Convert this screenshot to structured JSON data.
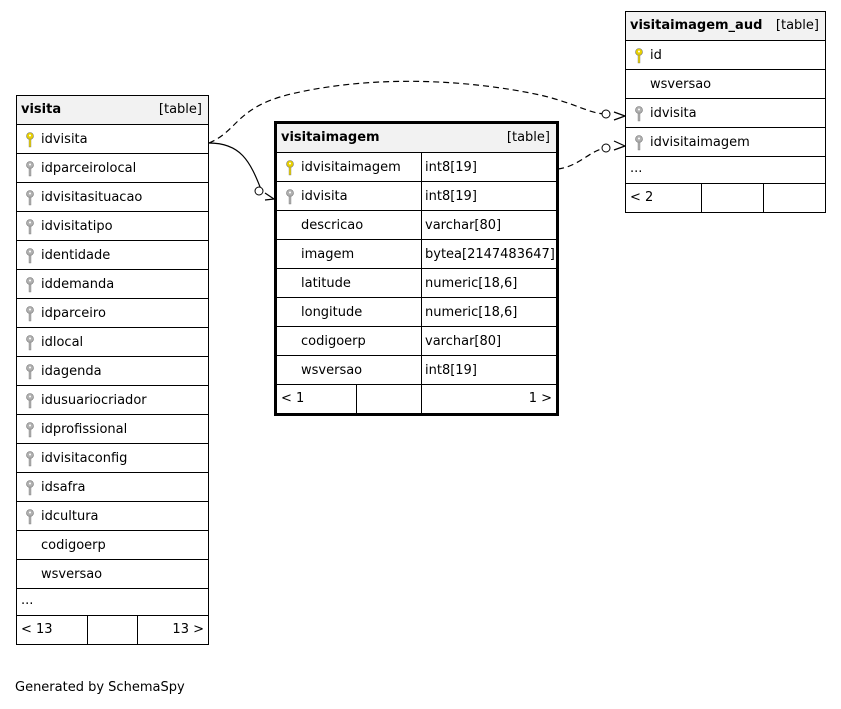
{
  "tables": {
    "visita": {
      "name": "visita",
      "kind": "[table]",
      "columns": [
        "idvisita",
        "idparceirolocal",
        "idvisitasituacao",
        "idvisitatipo",
        "identidade",
        "iddemanda",
        "idparceiro",
        "idlocal",
        "idagenda",
        "idusuariocriador",
        "idprofissional",
        "idvisitaconfig",
        "idsafra",
        "idcultura",
        "codigoerp",
        "wsversao"
      ],
      "ellipsis": "...",
      "footer_left": "< 13",
      "footer_right": "13 >"
    },
    "visitaimagem": {
      "name": "visitaimagem",
      "kind": "[table]",
      "columns": [
        {
          "name": "idvisitaimagem",
          "type": "int8[19]"
        },
        {
          "name": "idvisita",
          "type": "int8[19]"
        },
        {
          "name": "descricao",
          "type": "varchar[80]"
        },
        {
          "name": "imagem",
          "type": "bytea[2147483647]"
        },
        {
          "name": "latitude",
          "type": "numeric[18,6]"
        },
        {
          "name": "longitude",
          "type": "numeric[18,6]"
        },
        {
          "name": "codigoerp",
          "type": "varchar[80]"
        },
        {
          "name": "wsversao",
          "type": "int8[19]"
        }
      ],
      "footer_left": "< 1",
      "footer_right": "1 >"
    },
    "visitaimagem_aud": {
      "name": "visitaimagem_aud",
      "kind": "[table]",
      "columns": [
        "id",
        "wsversao",
        "idvisita",
        "idvisitaimagem"
      ],
      "ellipsis": "...",
      "footer_left": "< 2"
    }
  },
  "colors": {
    "primary_key": "#e8d000",
    "foreign_key": "#b0b0b0",
    "header_bg": "#f2f2f2"
  },
  "caption": "Generated by SchemaSpy"
}
